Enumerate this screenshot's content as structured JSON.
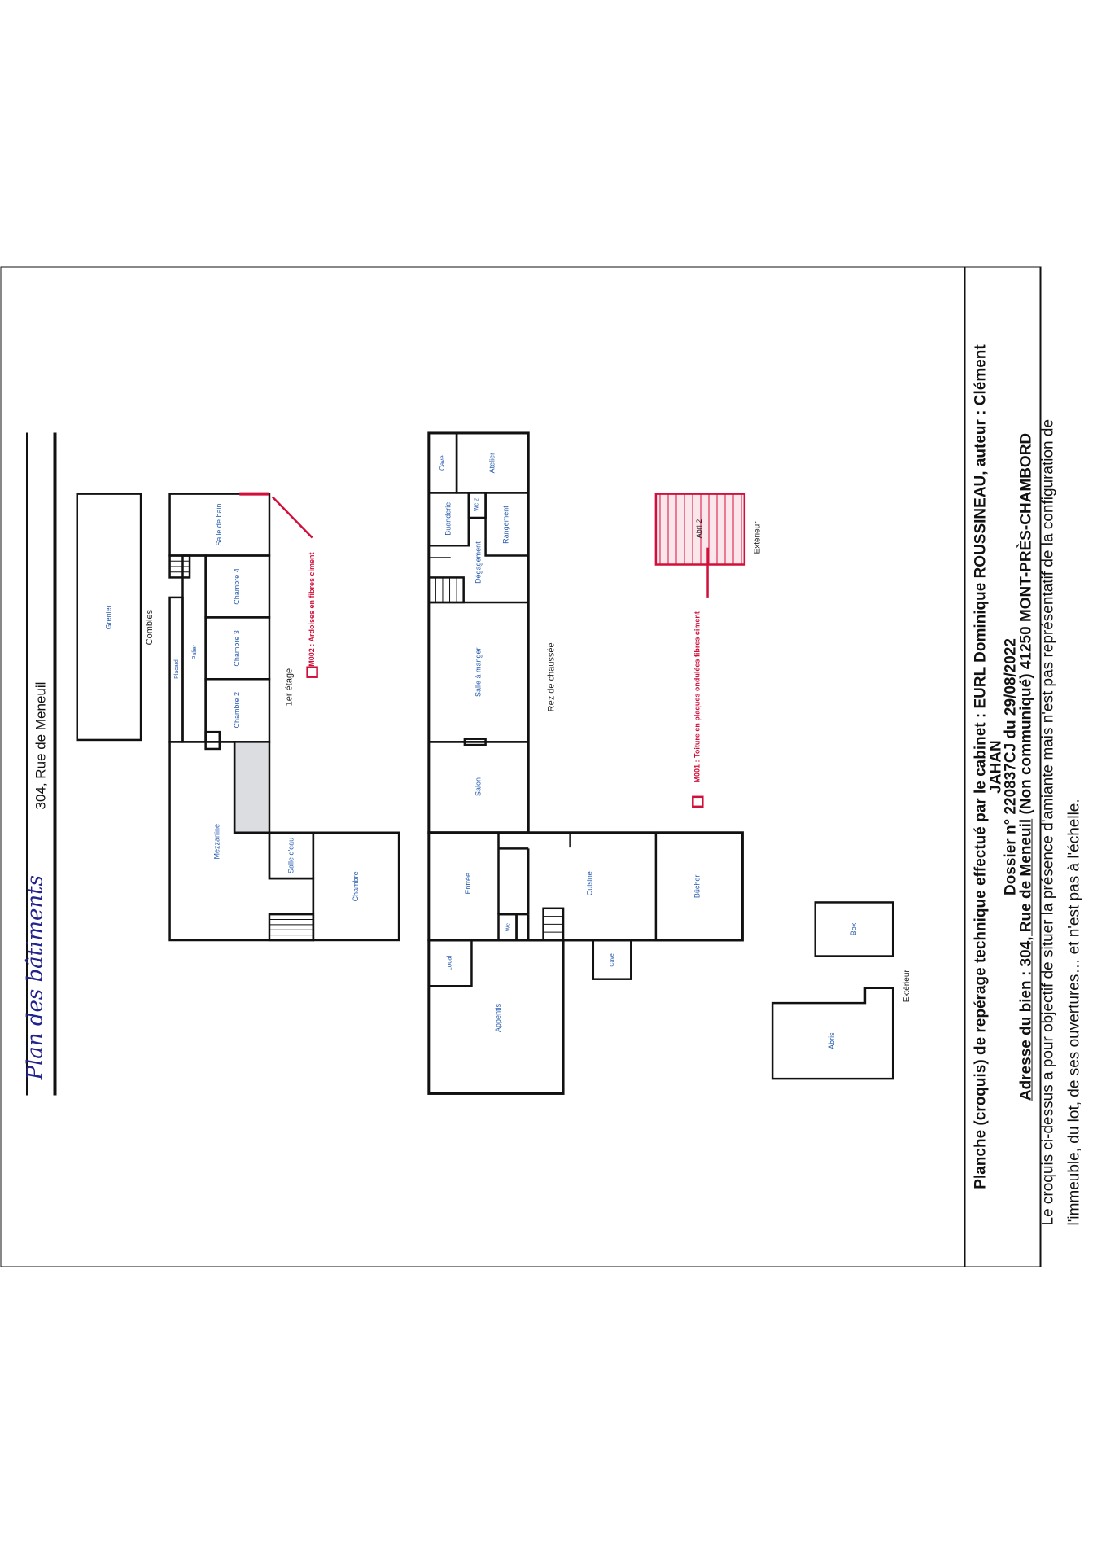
{
  "header": {
    "title": "Plan des bâtiments",
    "address": "304, Rue de Meneuil"
  },
  "levels": {
    "combles": "Combles",
    "etage1": "1er étage",
    "rdc": "Rez de chaussée",
    "exterieur": "Extérieur"
  },
  "rooms": {
    "grenier": "Grenier",
    "salle_de_bain": "Salle de bain",
    "chambre4": "Chambre 4",
    "chambre3": "Chambre 3",
    "chambre2": "Chambre 2",
    "placard": "Placard",
    "palier": "Palier",
    "mezzanine": "Mezzanine",
    "salle_deau": "Salle d'eau",
    "chambre": "Chambre",
    "cave": "Cave",
    "atelier": "Atelier",
    "buanderie": "Buanderie",
    "wc2": "Wc 2",
    "rangement": "Rangement",
    "degagement": "Dégagement",
    "salle_a_manger": "Salle à manger",
    "salon": "Salon",
    "entree": "Entrée",
    "cuisine": "Cuisine",
    "bucher": "Bûcher",
    "wc": "Wc",
    "local": "Local",
    "appentis": "Appentis",
    "cave2": "Cave",
    "abri2": "Abri 2",
    "box": "Box",
    "abris": "Abris"
  },
  "markers": {
    "m002": "M002 : Ardoises en fibres ciment",
    "m001": "M001 : Toiture en plaques ondulées fibres ciment"
  },
  "footer": {
    "line1": "Planche (croquis) de repérage technique effectué par le cabinet : EURL Dominique ROUSSINEAU, auteur : Clément",
    "line2": "JAHAN",
    "line3": "Dossier n° 220837CJ du 29/08/2022",
    "line4_address": "Adresse du bien : 304, Rue de Meneuil",
    "line4_rest": " (Non communiqué) 41250 MONT-PRÈS-CHAMBORD",
    "caption1": "Le croquis ci-dessus a pour objectif de situer la présence d'amiante mais n'est pas représentatif de la configuration de",
    "caption2": "l'immeuble, du lot, de ses ouvertures… et n'est pas à l'échelle."
  },
  "colors": {
    "wall": "#111111",
    "room_label": "#2a5db0",
    "marker": "#d0103a"
  }
}
